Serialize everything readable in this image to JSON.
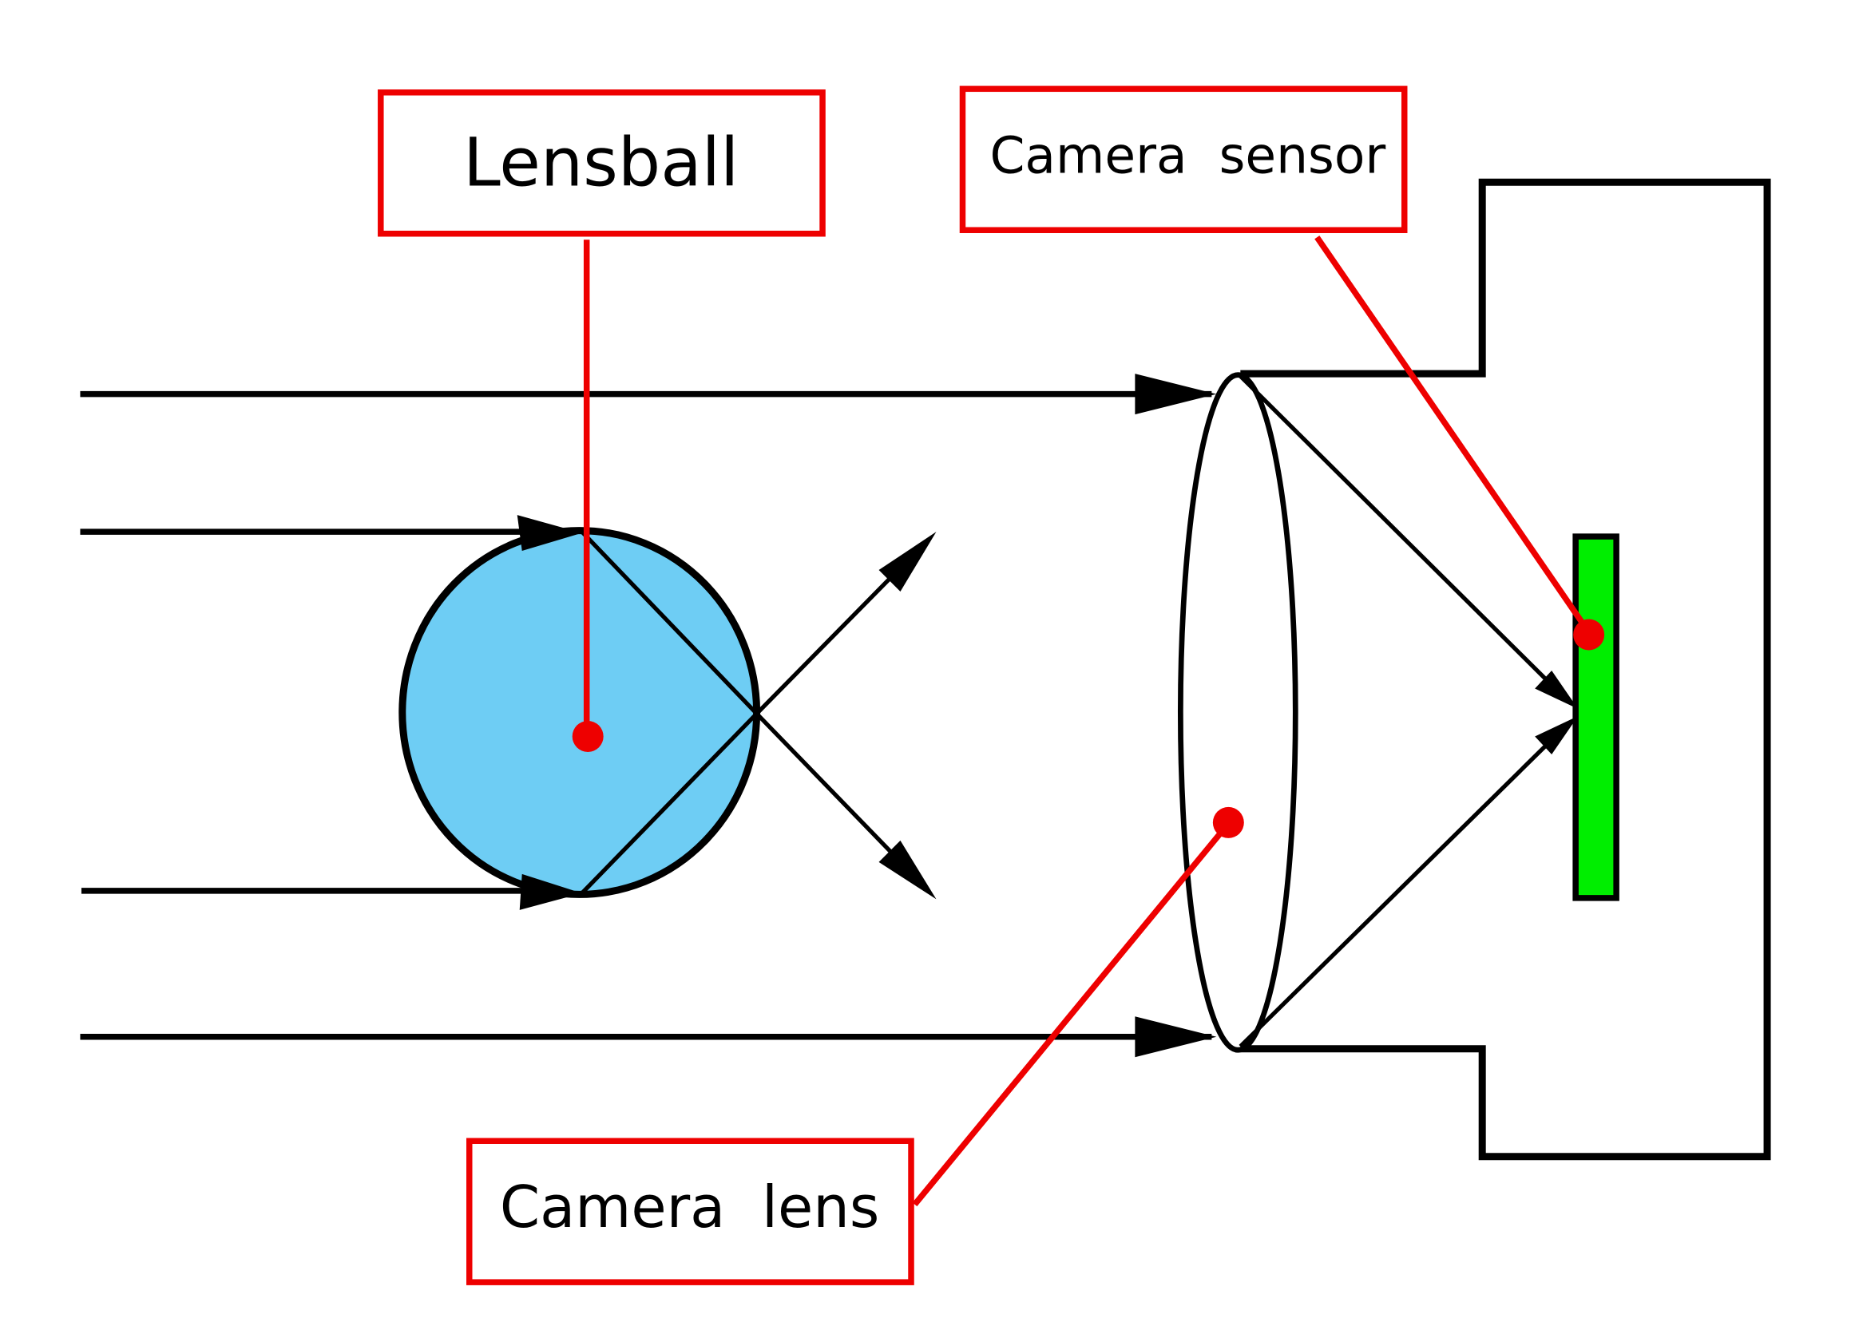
{
  "labels": {
    "lensball": "Lensball",
    "camera_sensor": "Camera  sensor",
    "camera_lens": "Camera  lens"
  },
  "colors": {
    "ink": "#000000",
    "callout": "#ee0000",
    "lensball_fill": "#6ecdf4",
    "sensor_fill": "#00ee00",
    "background": "#ffffff"
  }
}
